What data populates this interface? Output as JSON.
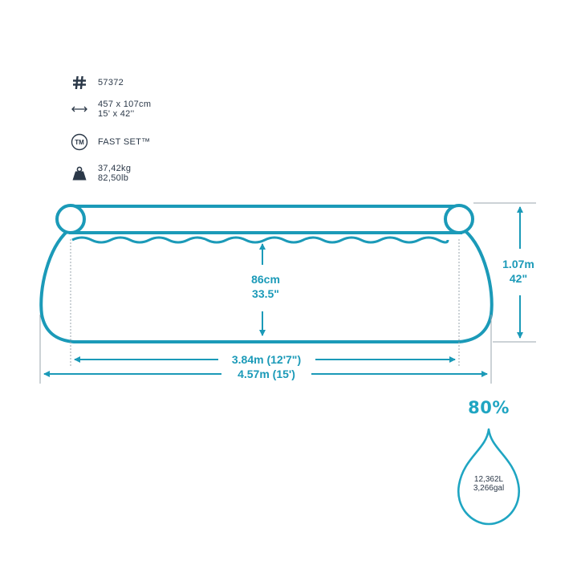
{
  "specs": {
    "item_number": "57372",
    "size_metric": "457 x 107cm",
    "size_imperial": "15' x 42''",
    "type": "FAST SET™",
    "weight_kg": "37,42kg",
    "weight_lb": "82,50lb"
  },
  "icons": [
    "hash-icon",
    "size-arrows-icon",
    "trademark-icon",
    "weight-icon",
    "water-drop-icon"
  ],
  "dimensions": {
    "water_depth_metric": "86cm",
    "water_depth_imperial": "33.5\"",
    "height_metric": "1.07m",
    "height_imperial": "42\"",
    "inner_width": "3.84m (12'7\")",
    "outer_width": "4.57m (15')"
  },
  "fill": {
    "percent": "80%",
    "liters": "12,362L",
    "gallons": "3,266gal"
  },
  "colors": {
    "accent": "#1fa5c2",
    "line": "#1b9ab8",
    "text": "#2b3848"
  }
}
